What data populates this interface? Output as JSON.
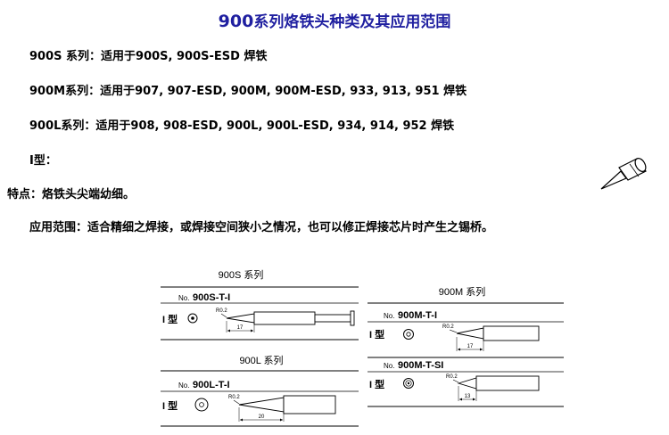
{
  "title_num": "900",
  "title_rest": "系列烙铁头种类及其应用范围",
  "lines": [
    "900S 系列：适用于900S, 900S-ESD 焊铁",
    "900M系列：适用于907, 907-ESD, 900M, 900M-ESD, 933, 913, 951 焊铁",
    "900L系列：适用于908, 908-ESD, 900L, 900L-ESD, 934, 914, 952 焊铁",
    "I型：",
    "特点：烙铁头尖端幼细。",
    "应用范围：适合精细之焊接，或焊接空间狭小之情况，也可以修正焊接芯片时产生之锡桥。"
  ],
  "diagram": {
    "series_s": "900S 系列",
    "series_m": "900M 系列",
    "series_l": "900L 系列",
    "no_prefix": "No.",
    "model_s": "900S-T-I",
    "model_m": "900M-T-I",
    "model_l": "900L-T-I",
    "model_msi": "900M-T-SI",
    "type_label": "I 型",
    "radius": "R0.2",
    "dim_s": "17",
    "dim_m": "17",
    "dim_l": "20",
    "dim_msi": "13"
  }
}
